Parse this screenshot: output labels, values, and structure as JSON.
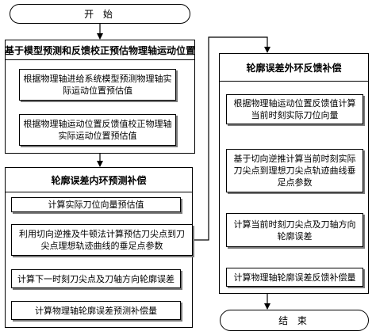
{
  "start": "开 始",
  "end": "结 束",
  "group_a": {
    "title": "基于模型预测和反馈校正预估物理轴运动位置",
    "steps": [
      [
        "根据物理轴进给系统模型预测物理轴实",
        "际运动位置预估值"
      ],
      [
        "根据物理轴运动位置反馈值校正物理轴",
        "实际运动位置预估值"
      ]
    ]
  },
  "group_b": {
    "title": "轮廓误差内环预测补偿",
    "steps": [
      [
        "计算实际刀位向量预估值"
      ],
      [
        "利用切向逆推及牛顿法计算预估刀尖点到刀",
        "尖点理想轨迹曲线的垂足点参数"
      ],
      [
        "计算下一时刻刀尖点及刀轴方向轮廓误差"
      ],
      [
        "计算物理轴轮廓误差预测补偿量"
      ]
    ]
  },
  "group_c": {
    "title": "轮廓误差外环反馈补偿",
    "steps": [
      [
        "根据物理轴运动位置反馈值计算",
        "当前时刻实际刀位向量"
      ],
      [
        "基于切向逆推计算当前时刻实际",
        "刀尖点到理想刀尖点轨迹曲线垂",
        "足点参数"
      ],
      [
        "计算当前时刻刀尖点及刀轴方向",
        "轮廓误差"
      ],
      [
        "计算物理轴轮廓误差反馈补偿量"
      ]
    ]
  }
}
